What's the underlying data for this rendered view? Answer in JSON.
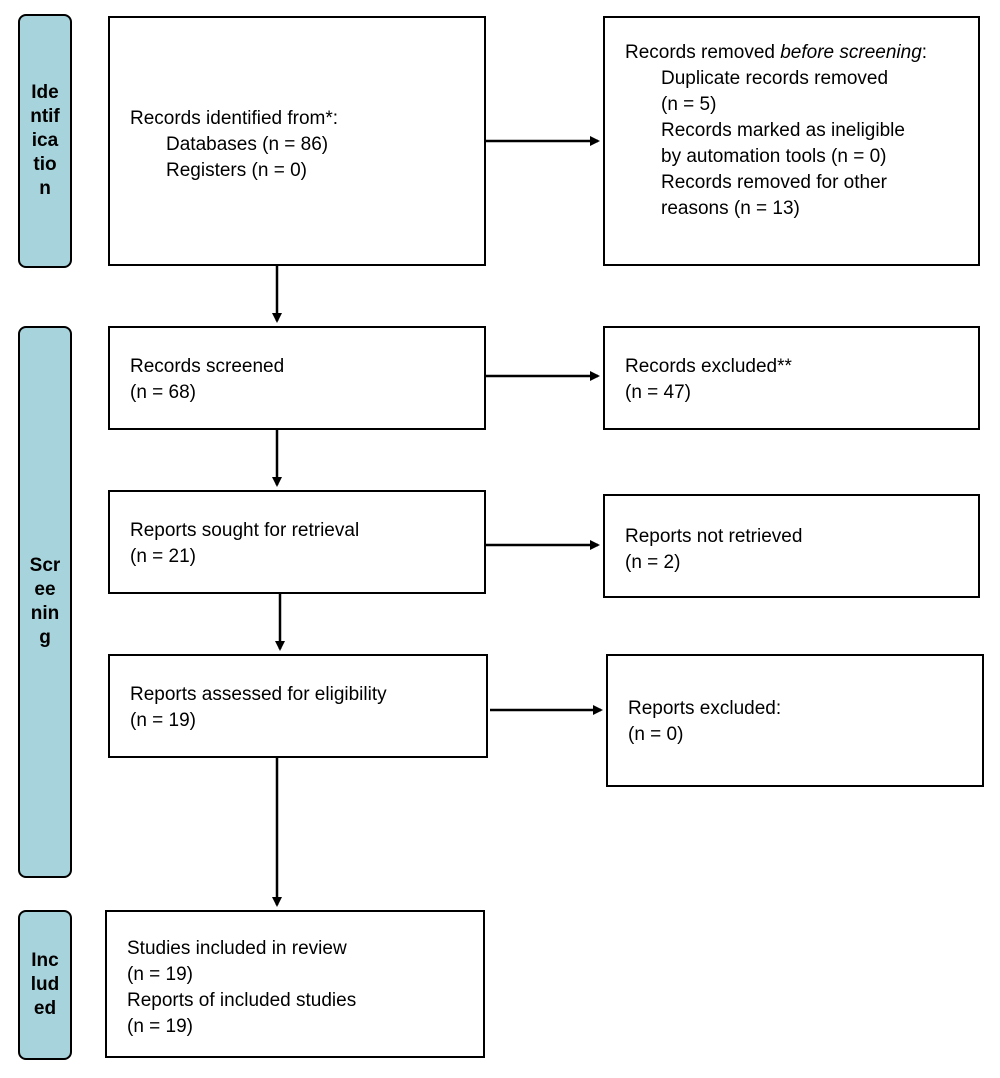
{
  "phases": {
    "identification": "Identification",
    "screening": "Screening",
    "included": "Included"
  },
  "identification": {
    "identified": {
      "heading": "Records identified from*:",
      "databases": "Databases (n = 86)",
      "registers": "Registers (n = 0)"
    },
    "removed": {
      "heading_pre": "Records removed ",
      "heading_em": "before screening",
      "heading_post": ":",
      "duplicates_1": "Duplicate records removed",
      "duplicates_2": "(n = 5)",
      "ineligible_1": "Records marked as ineligible",
      "ineligible_2": "by automation tools (n = 0)",
      "other_1": "Records removed for other",
      "other_2": "reasons (n = 13)"
    }
  },
  "screening": {
    "screened": {
      "label": "Records screened",
      "count": "(n = 68)"
    },
    "excluded": {
      "label": "Records excluded**",
      "count": "(n = 47)"
    },
    "sought": {
      "label": "Reports sought for retrieval",
      "count": "(n = 21)"
    },
    "not_retrieved": {
      "label": "Reports not retrieved",
      "count": "(n = 2)"
    },
    "assessed": {
      "label": "Reports assessed for eligibility",
      "count": "(n = 19)"
    },
    "reports_excluded": {
      "label": "Reports excluded:",
      "count": "(n = 0)"
    }
  },
  "included": {
    "studies_label": "Studies included in review",
    "studies_count": "(n = 19)",
    "reports_label": "Reports of included studies",
    "reports_count": "(n = 19)"
  }
}
